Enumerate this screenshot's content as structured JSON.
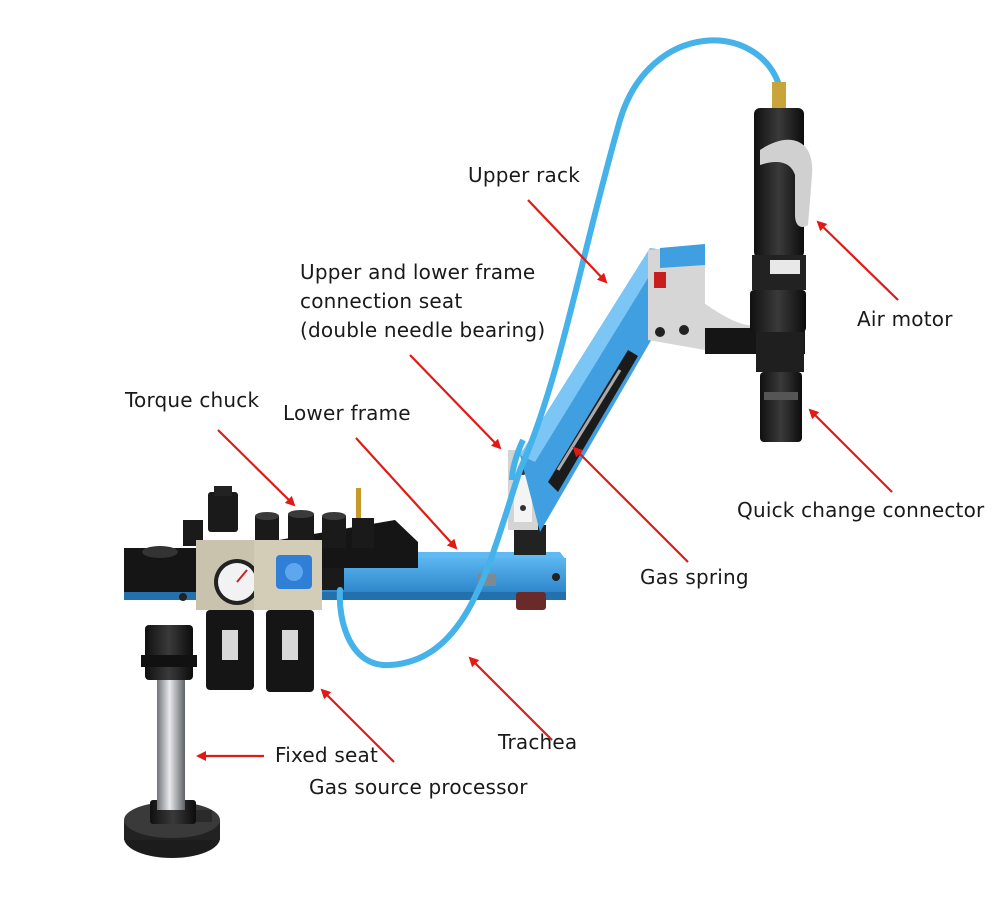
{
  "labels": {
    "upper_rack": "Upper rack",
    "frame_seat": [
      "Upper and lower frame",
      "connection seat",
      "(double needle bearing)"
    ],
    "air_motor": "Air motor",
    "torque_chuck": "Torque chuck",
    "lower_frame": "Lower frame",
    "quick_change": "Quick change connector",
    "gas_spring": "Gas spring",
    "trachea": "Trachea",
    "fixed_seat": "Fixed seat",
    "gas_source": "Gas source processor"
  },
  "colors": {
    "arm_blue": "#3f9fe0",
    "arm_blue_dark": "#1f6fae",
    "hose_blue": "#45b2ea",
    "arrow_red": "#e01a14",
    "metal_black": "#1b1b1b"
  }
}
